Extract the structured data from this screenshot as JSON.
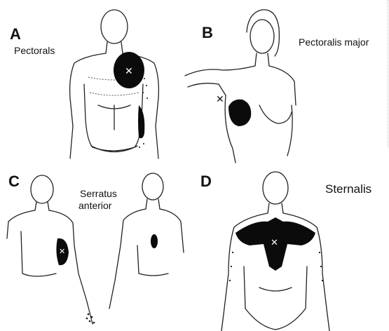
{
  "panels": [
    {
      "letter": "A",
      "caption": "Pectorals"
    },
    {
      "letter": "B",
      "caption": "Pectoralis major"
    },
    {
      "letter": "C",
      "caption_line1": "Serratus",
      "caption_line2": "anterior"
    },
    {
      "letter": "D",
      "caption": "Sternalis"
    }
  ],
  "colors": {
    "ink": "#111111",
    "pain_zone": "#0b0b0b",
    "background": "#ffffff"
  },
  "icons": {
    "trigger_point": "x-mark-icon"
  }
}
